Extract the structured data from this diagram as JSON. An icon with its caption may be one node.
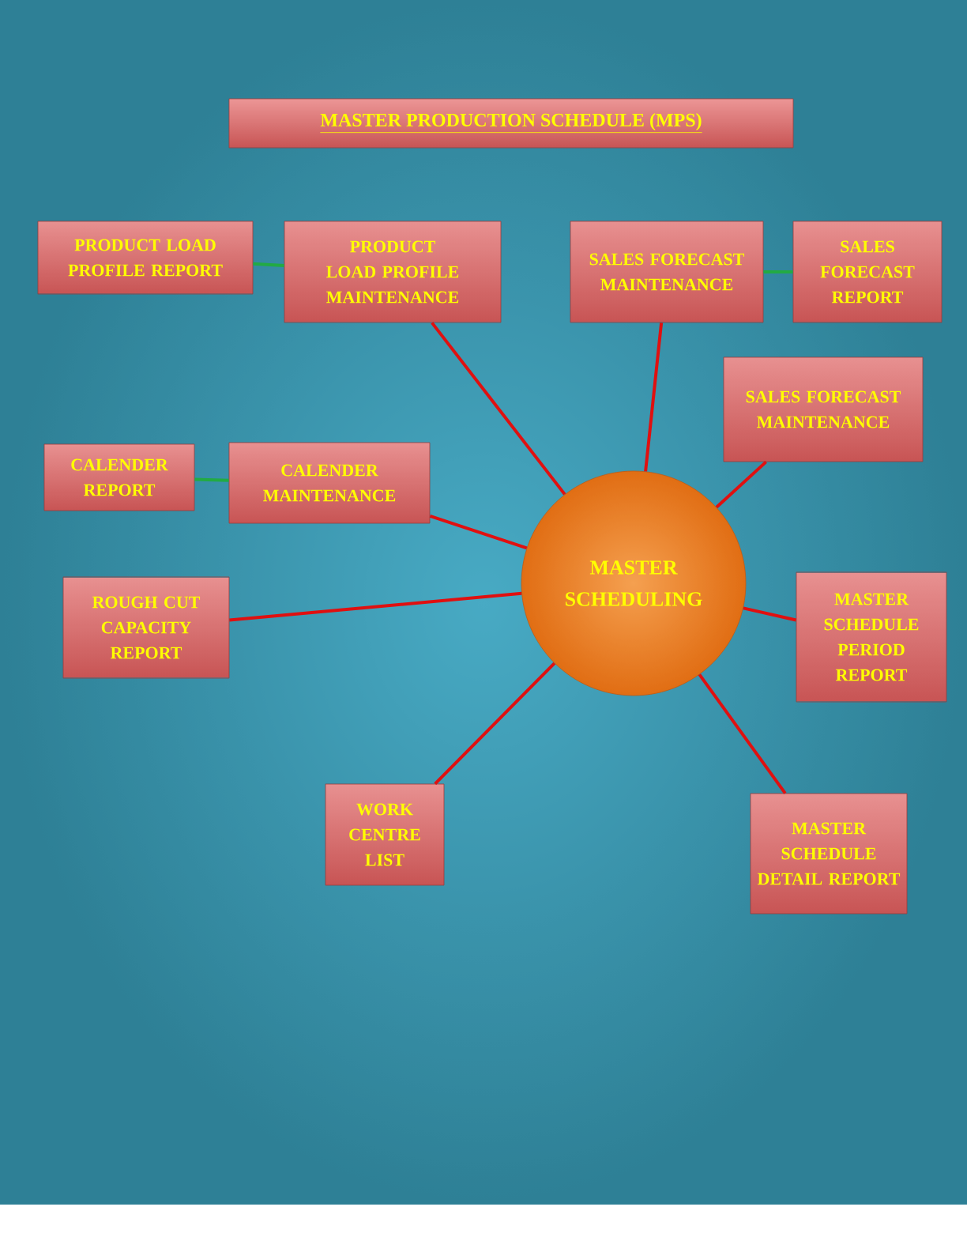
{
  "diagram": {
    "title": "MASTER PRODUCTION   SCHEDULE   (MPS)",
    "nodes": [
      {
        "text": [
          "PRODUCT LOAD PROFILE REPORT"
        ]
      },
      {
        "text": [
          "PRODUCT LOAD PROFILE MAINTENANCE"
        ]
      },
      {
        "text": [
          "SALES FORECAST MAINTENANCE"
        ]
      },
      {
        "text": [
          "SALES FORECAST REPORT"
        ]
      },
      {
        "text": [
          "SALES FORECAST MAINTENANCE"
        ]
      },
      {
        "text": [
          "CALENDER REPORT"
        ]
      },
      {
        "text": [
          "CALENDER MAINTENANCE"
        ]
      },
      {
        "text": [
          "MASTER SCHEDULING"
        ]
      },
      {
        "text": [
          "ROUGH CUT CAPACITY REPORT"
        ]
      },
      {
        "text": [
          "MASTER SCHEDULE PERIOD REPORT"
        ]
      },
      {
        "text": [
          "WORK CENTRE LIST"
        ]
      },
      {
        "text": [
          "MASTER SCHEDULE DETAIL REPORT"
        ]
      }
    ],
    "edges": [
      {
        "from": 0,
        "to": 1,
        "arrow": "none",
        "color": "#22aa44"
      },
      {
        "from": 1,
        "to": 7,
        "arrow": "none"
      },
      {
        "from": 2,
        "to": 3,
        "arrow": "none",
        "color": "#22aa44"
      },
      {
        "from": 2,
        "to": 7,
        "arrow": "none"
      },
      {
        "from": 4,
        "to": 7,
        "arrow": "none"
      },
      {
        "from": 5,
        "to": 6,
        "arrow": "none",
        "color": "#22aa44"
      },
      {
        "from": 6,
        "to": 7,
        "arrow": "none"
      },
      {
        "from": 8,
        "to": 7,
        "arrow": "none"
      },
      {
        "from": 9,
        "to": 7,
        "arrow": "none"
      },
      {
        "from": 10,
        "to": 7,
        "arrow": "none"
      },
      {
        "from": 11,
        "to": 7,
        "arrow": "none"
      }
    ]
  }
}
